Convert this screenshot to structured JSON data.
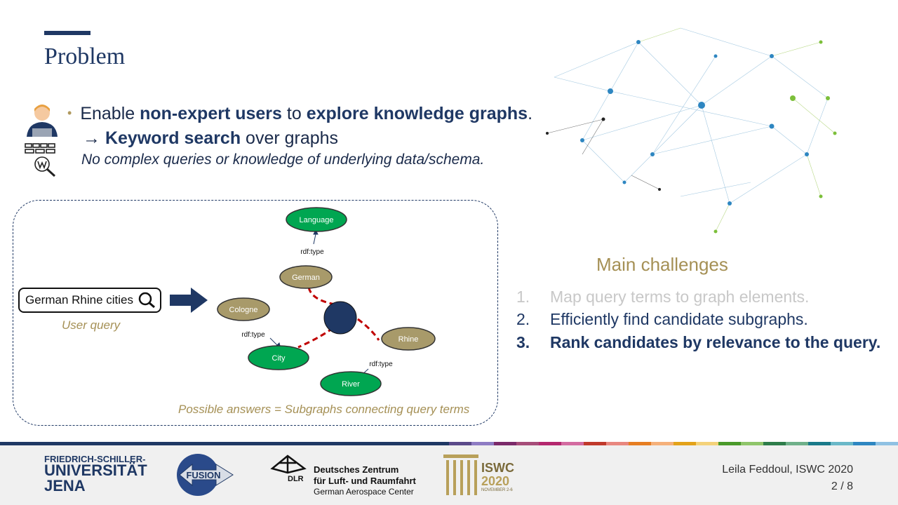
{
  "slide": {
    "title": "Problem",
    "bullet": {
      "pre": "Enable ",
      "bold1": "non-expert users",
      "mid": " to ",
      "bold2": "explore knowledge graphs",
      "post": "."
    },
    "arrow_line": {
      "arrow": "→",
      "bold": "Keyword search",
      "rest": " over graphs"
    },
    "italic_line": "No complex queries or knowledge of underlying data/schema."
  },
  "diagram": {
    "query_text": "German Rhine cities",
    "user_query_label": "User query",
    "nodes": {
      "language": "Language",
      "german": "German",
      "cologne": "Cologne",
      "rhine": "Rhine",
      "city": "City",
      "river": "River"
    },
    "edge_label": "rdf:type",
    "possible_answers": "Possible answers =  Subgraphs connecting query terms"
  },
  "challenges": {
    "title": "Main challenges",
    "items": [
      {
        "num": "1.",
        "text": "Map query terms to graph elements."
      },
      {
        "num": "2.",
        "text": "Efficiently find candidate subgraphs."
      },
      {
        "num": "3.",
        "text": "Rank candidates by relevance to the query."
      }
    ]
  },
  "footer": {
    "uni_line1": "FRIEDRICH-SCHILLER-",
    "uni_line2": "UNIVERSITÄT",
    "uni_line3": "JENA",
    "fusion": "FUSION",
    "dlr_label": "DLR",
    "dlr_line1": "Deutsches Zentrum",
    "dlr_line2": "für Luft- und Raumfahrt",
    "dlr_line3": "German Aerospace Center",
    "iswc_line1": "ISWC",
    "iswc_line2": "2020",
    "iswc_line3": "NOVEMBER 2-6",
    "author": "Leila Feddoul, ISWC 2020",
    "page": "2 / 8"
  },
  "colors": {
    "navy": "#1f3864",
    "gold": "#a59055",
    "node_green": "#00a651",
    "node_tan": "#a89a6a",
    "edge_red": "#c00000"
  }
}
